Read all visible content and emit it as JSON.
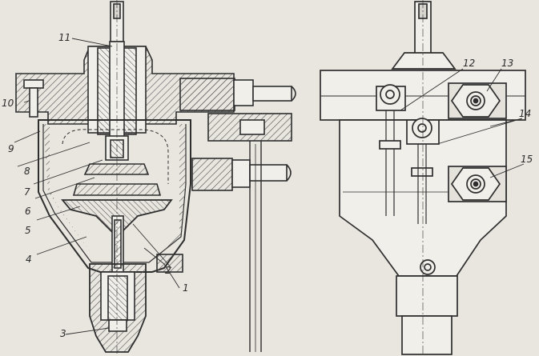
{
  "drawing": {
    "ink_color": "#2e2e2e",
    "hatch_color": "#555555",
    "paper_color": "#e9e6e0",
    "callouts": [
      {
        "label": "1"
      },
      {
        "label": "2"
      },
      {
        "label": "3"
      },
      {
        "label": "4"
      },
      {
        "label": "5"
      },
      {
        "label": "6"
      },
      {
        "label": "7"
      },
      {
        "label": "8"
      },
      {
        "label": "9"
      },
      {
        "label": "10"
      },
      {
        "label": "11"
      },
      {
        "label": "12"
      },
      {
        "label": "13"
      },
      {
        "label": "14"
      },
      {
        "label": "15"
      }
    ]
  }
}
